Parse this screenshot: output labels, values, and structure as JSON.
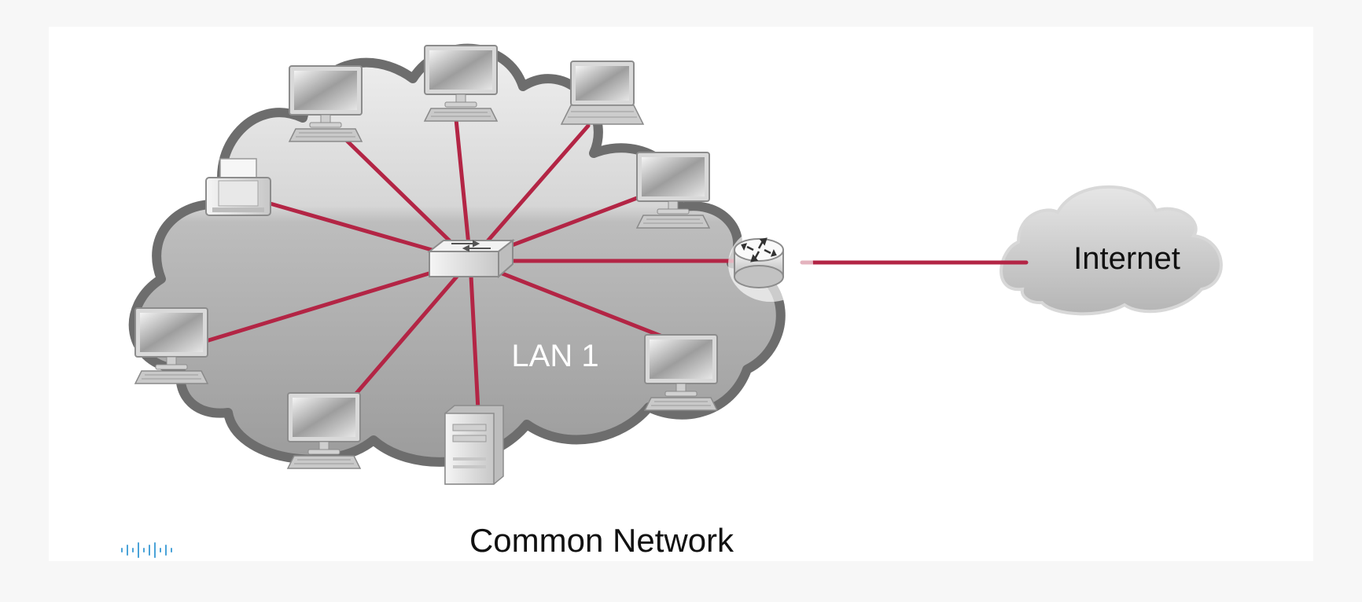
{
  "lan": {
    "label": "LAN 1"
  },
  "internet": {
    "label": "Internet"
  },
  "caption": "Common Network",
  "colors": {
    "link": "#b32545",
    "page_background": "#ffffff",
    "lan_cloud": "#a9a9a9",
    "internet_cloud": "#c9c9c9"
  },
  "devices": [
    {
      "id": "pc-top-left",
      "type": "desktop"
    },
    {
      "id": "pc-top-center",
      "type": "desktop"
    },
    {
      "id": "laptop-top-right",
      "type": "laptop"
    },
    {
      "id": "pc-right",
      "type": "desktop"
    },
    {
      "id": "printer",
      "type": "printer"
    },
    {
      "id": "pc-left",
      "type": "desktop"
    },
    {
      "id": "pc-bottom-left",
      "type": "desktop"
    },
    {
      "id": "server",
      "type": "server"
    },
    {
      "id": "pc-bottom-right",
      "type": "desktop"
    },
    {
      "id": "switch",
      "type": "switch"
    },
    {
      "id": "router",
      "type": "router"
    }
  ]
}
